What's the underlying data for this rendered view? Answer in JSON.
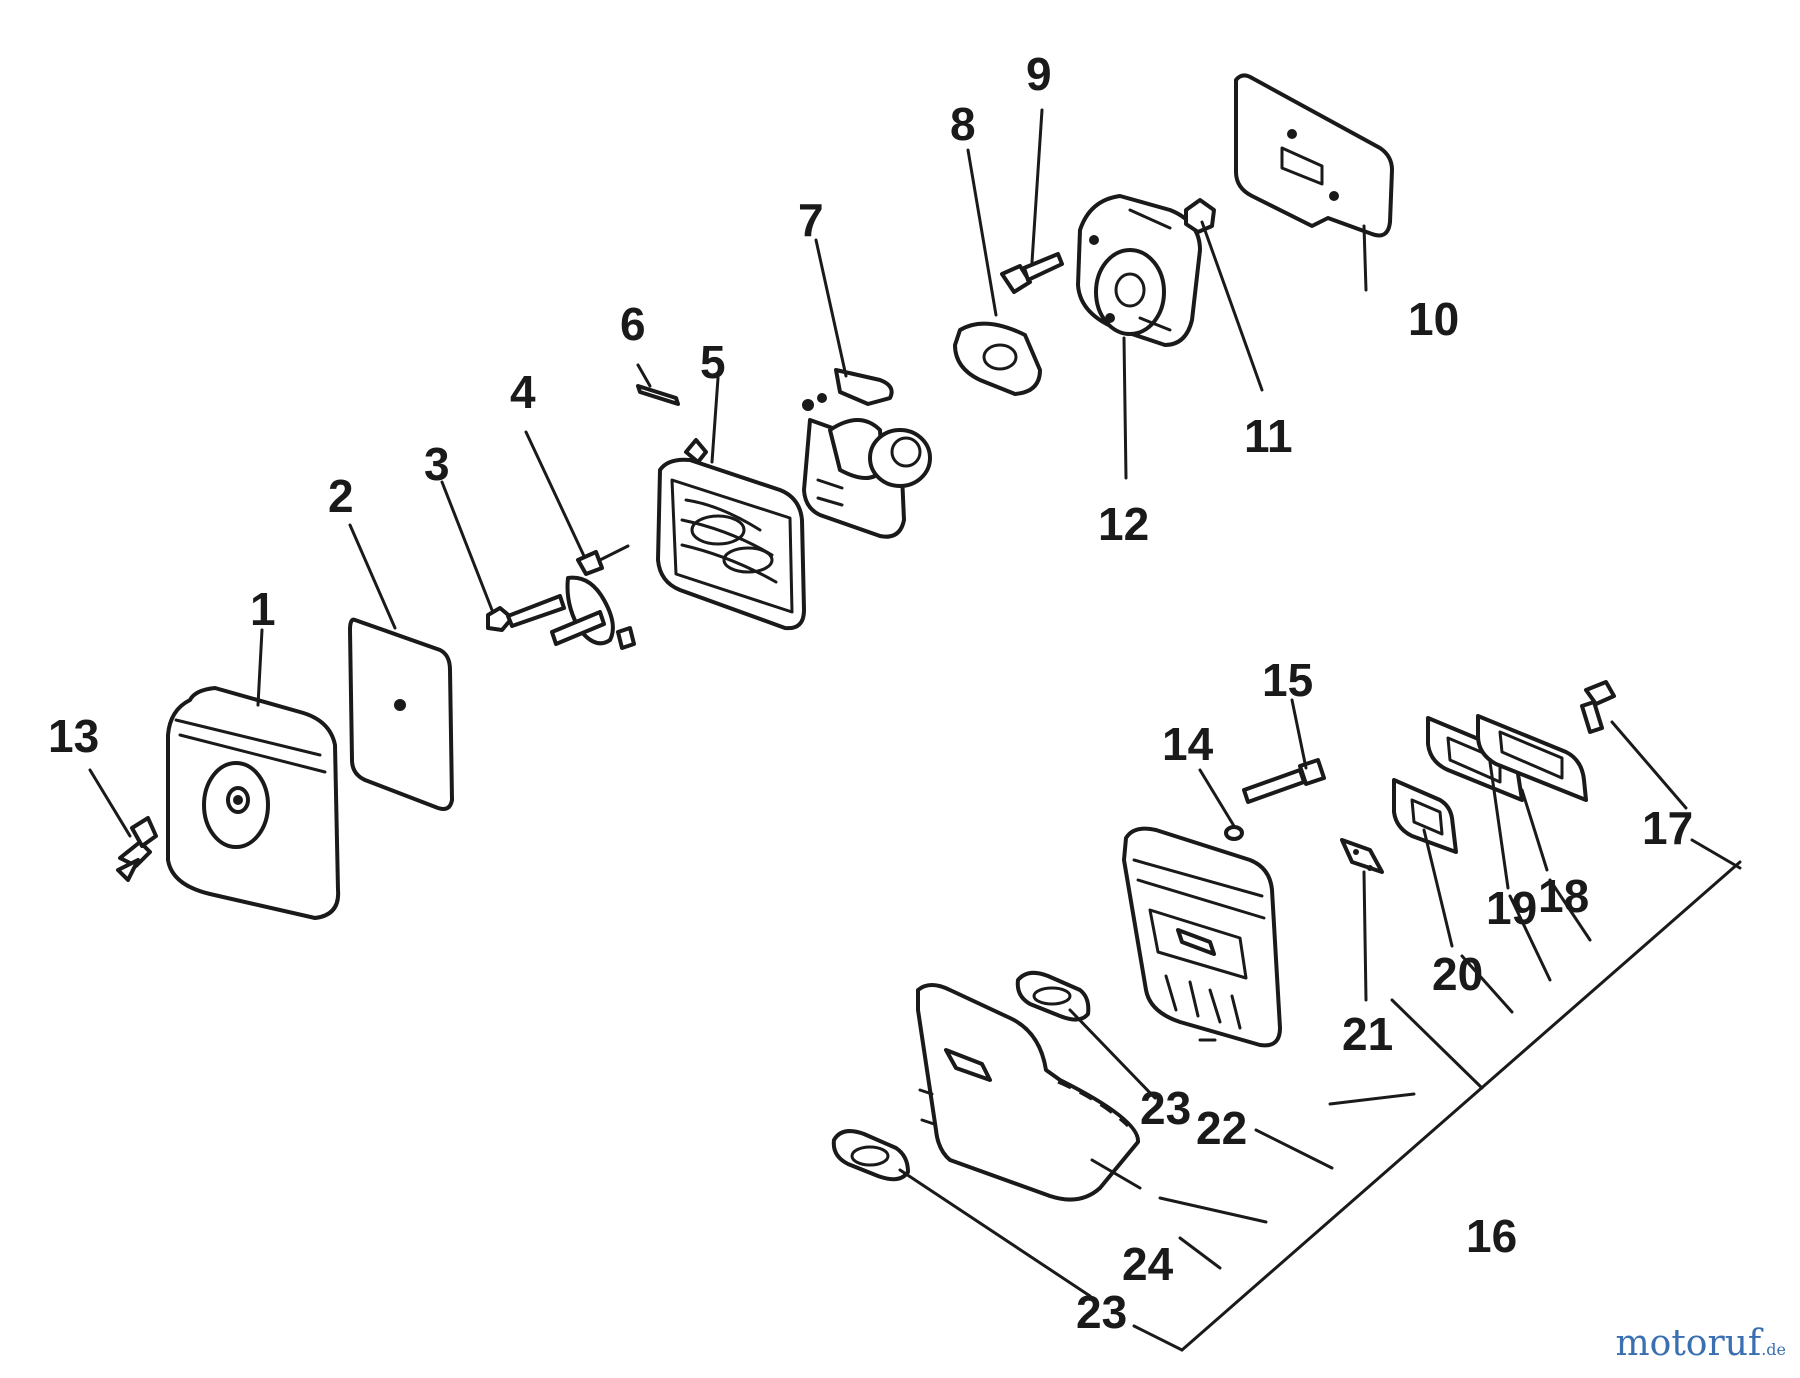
{
  "callouts": [
    "1",
    "2",
    "3",
    "4",
    "5",
    "6",
    "7",
    "8",
    "9",
    "10",
    "11",
    "12",
    "13",
    "14",
    "15",
    "16",
    "17",
    "18",
    "19",
    "20",
    "21",
    "22",
    "23",
    "24"
  ],
  "callout_23b": "23",
  "watermark": {
    "main": "motoruf",
    "tld": ".de"
  }
}
